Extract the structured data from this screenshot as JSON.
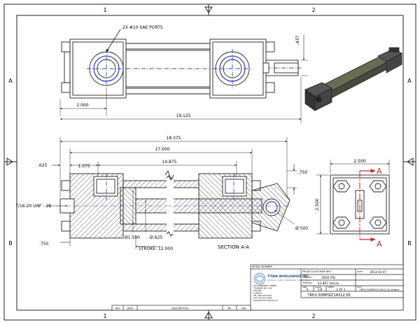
{
  "border": {
    "cols": [
      "1",
      "2"
    ],
    "rows": [
      "A",
      "B"
    ]
  },
  "top_view": {
    "note_ports": "2X #10 SAE PORTS",
    "dim_height": ".437",
    "dim_port_offset": "2.000",
    "dim_overall": "19.125"
  },
  "section_view": {
    "dim_overall": "18.375",
    "dim_body": "17.000",
    "dim_left_offset": ".625",
    "dim_head": "1.375",
    "dim_tube": "14.875",
    "dim_right": ".750",
    "dim_thread": "7/16-20 UNF - 2B",
    "dim_bottom_left": ".750",
    "dim_bore": "Ø1.500",
    "dim_rod": "Ø.625",
    "dim_pin": "Ø.500",
    "dim_stroke": "STROKE: 12.000",
    "section_label": "SECTION A-A"
  },
  "end_view": {
    "dim_width": "2.500",
    "dim_height": "2.500",
    "section_letter_top": "A",
    "section_letter_bottom": "A"
  },
  "title_block": {
    "model_number_label": "MODEL NUMBER",
    "company": "TITAN WORLDWIDE INC.",
    "tagline": "Cylinders · Custom · Rebuilding · Repair · Sales",
    "address_lines": [
      "351 MONTREAL STREET",
      "THUNDER BAY, ON",
      "P7E 3P3",
      "CANADA",
      "TEL: 807-623-0037",
      "FAX: 807-622-2995",
      "www.titanworldwide.com"
    ],
    "project_label": "PROJECT/CUSTOMER INFO",
    "date_label": "DATE",
    "date": "2013-03-07",
    "capacity_label": "CAPACITY",
    "capacity": "3000 PSI",
    "material_label": "MATERIAL",
    "material": "12.897 Series",
    "scale_label": "SCALE",
    "scale": "1:8",
    "sheet_label": "SHEET",
    "sheet": "1 OF 1",
    "size_label": "SIZE",
    "size": "A",
    "file_label": "FILE",
    "file": "TRH1.50MPSLT14X12.00.slddrw",
    "model_number": "TRH1.50MPSLT14X12.00"
  },
  "revision_block": {
    "col_rev": "REV",
    "col_date": "DATE",
    "col_description": "DESCRIPTION",
    "col_by": "BY",
    "col_chk": "CHK"
  },
  "colors": {
    "line": "#222222",
    "centerline": "#3344cc",
    "section_arrow": "#cc2222",
    "hatch": "#333333"
  }
}
